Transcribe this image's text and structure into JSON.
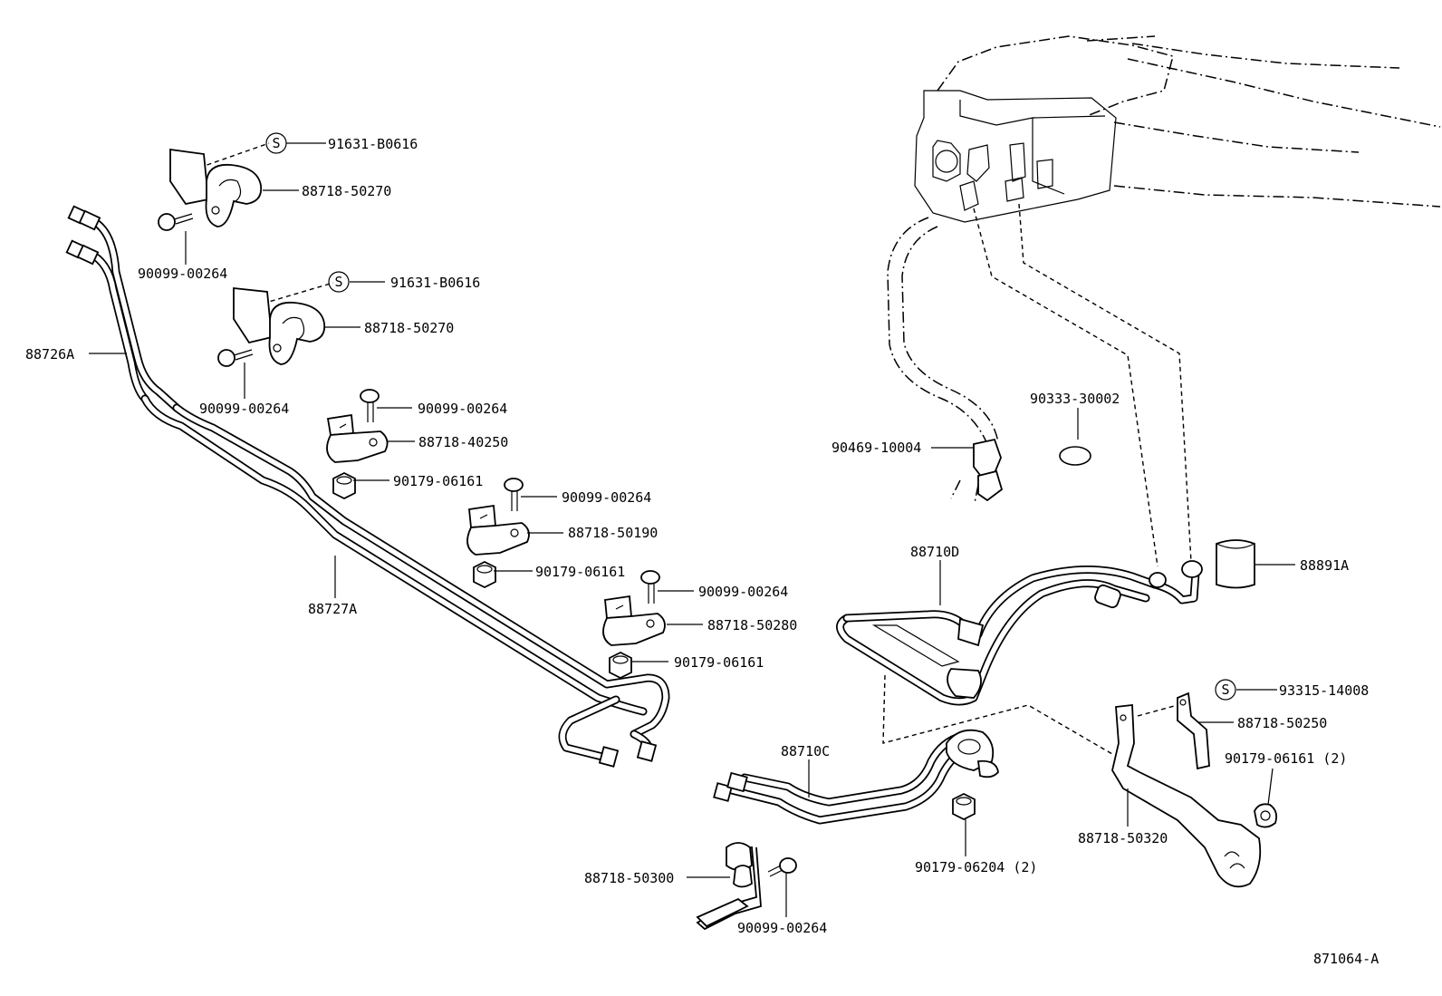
{
  "diagram_id": "871064-A",
  "symbol_s": "S",
  "labels": {
    "p91631_a": "91631-B0616",
    "p88718_50270_a": "88718-50270",
    "p90099_a": "90099-00264",
    "p91631_b": "91631-B0616",
    "p88718_50270_b": "88718-50270",
    "p90099_b": "90099-00264",
    "p88726a": "88726A",
    "p90099_c": "90099-00264",
    "p88718_40250": "88718-40250",
    "p90179_a": "90179-06161",
    "p90099_d": "90099-00264",
    "p88718_50190": "88718-50190",
    "p90179_b": "90179-06161",
    "p88727a": "88727A",
    "p90099_e": "90099-00264",
    "p88718_50280": "88718-50280",
    "p90179_c": "90179-06161",
    "p90333": "90333-30002",
    "p90469": "90469-10004",
    "p88710d": "88710D",
    "p88891a": "88891A",
    "p93315": "93315-14008",
    "p88718_50250": "88718-50250",
    "p90179_d": "90179-06161 (2)",
    "p88710c": "88710C",
    "p88718_50320": "88718-50320",
    "p90179_06204": "90179-06204 (2)",
    "p88718_50300": "88718-50300",
    "p90099_f": "90099-00264"
  }
}
